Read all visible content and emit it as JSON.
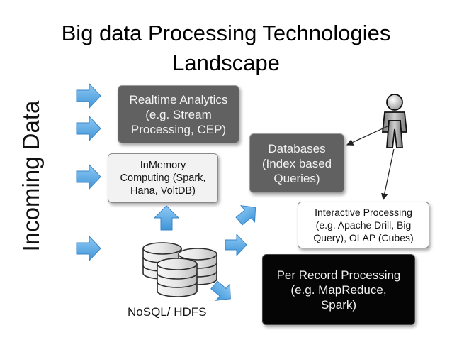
{
  "title": "Big data Processing Technologies\nLandscape",
  "side_label": "Incoming Data",
  "boxes": {
    "realtime": "Realtime Analytics\n(e.g. Stream\nProcessing, CEP)",
    "inmemory": "InMemory\nComputing (Spark,\nHana, VoltDB)",
    "databases": "Databases\n(Index based\nQueries)",
    "interactive": "Interactive Processing\n(e.g. Apache Drill, Big\nQuery), OLAP (Cubes)",
    "per_record": "Per Record Processing\n(e.g. MapReduce,\nSpark)"
  },
  "storage_label": "NoSQL/ HDFS",
  "colors": {
    "arrow_blue": "#5aa9e6",
    "dark_box": "#616161",
    "black_box": "#050505"
  },
  "icons": [
    "right-arrow-icon",
    "up-arrow-icon",
    "database-icon",
    "person-icon"
  ]
}
